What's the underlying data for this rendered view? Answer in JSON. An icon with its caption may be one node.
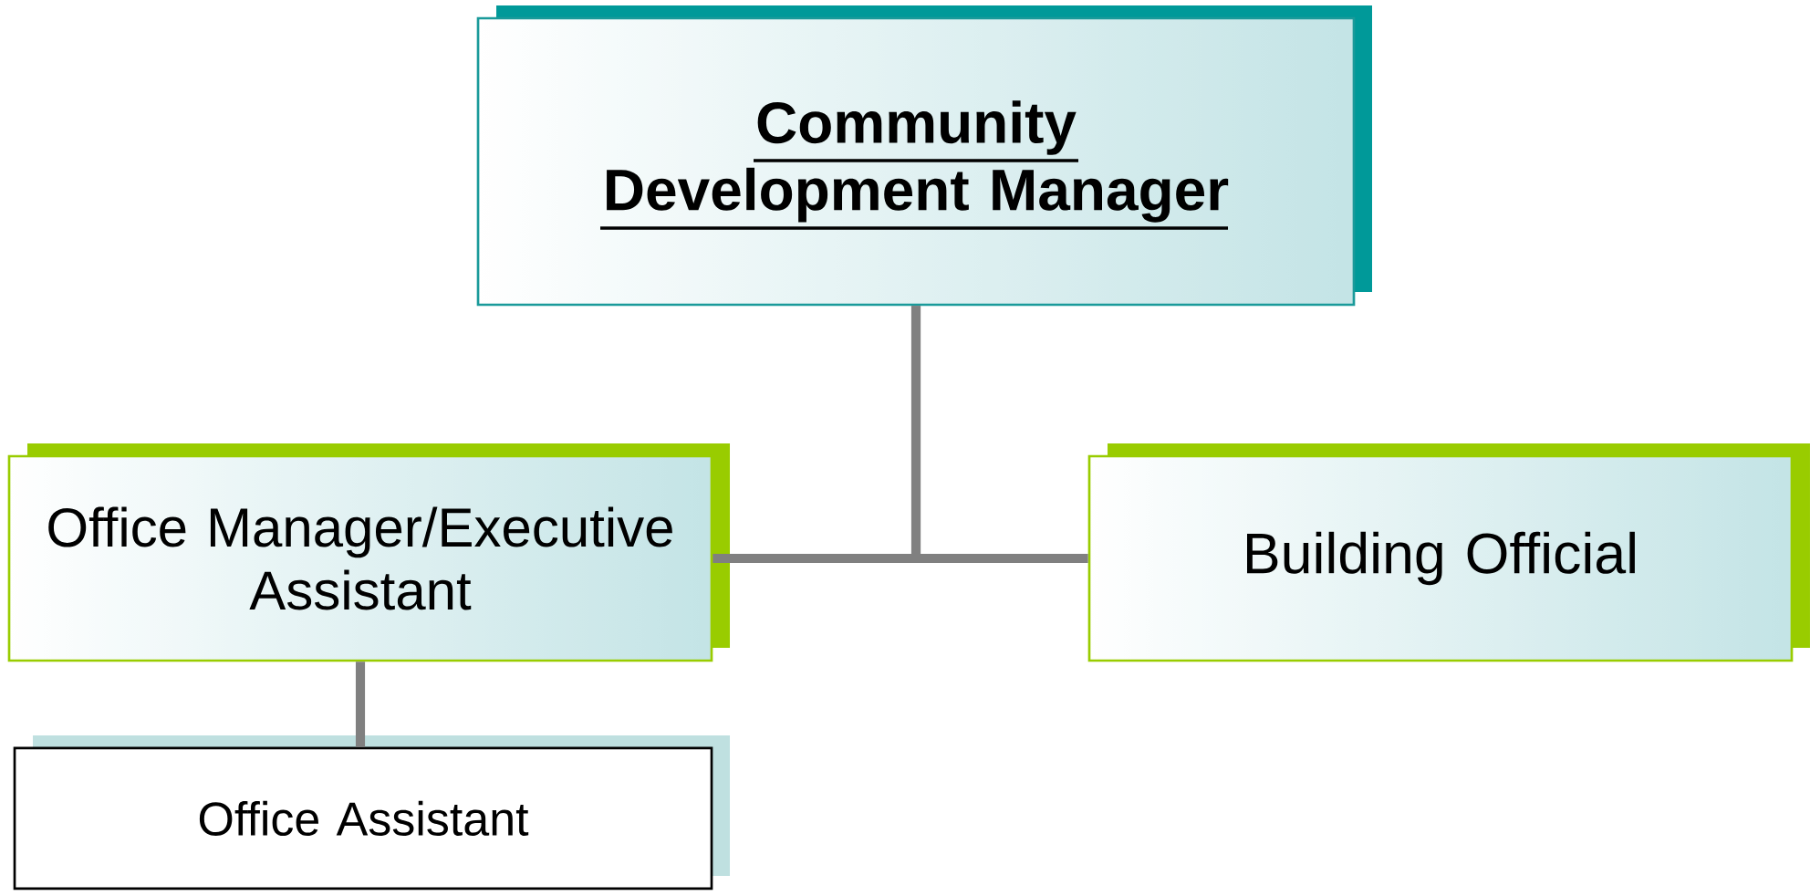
{
  "diagram": {
    "nodes": [
      {
        "text": [
          "Community Development Manager"
        ]
      },
      {
        "text": [
          "Office Manager/Executive Assistant"
        ]
      },
      {
        "text": [
          "Building Official"
        ]
      },
      {
        "text": [
          "Office Assistant"
        ]
      }
    ],
    "edges": [
      {
        "from": 0,
        "to": 1,
        "arrow": "none"
      },
      {
        "from": 0,
        "to": 2,
        "arrow": "none"
      },
      {
        "from": 1,
        "to": 3,
        "arrow": "none"
      }
    ]
  }
}
